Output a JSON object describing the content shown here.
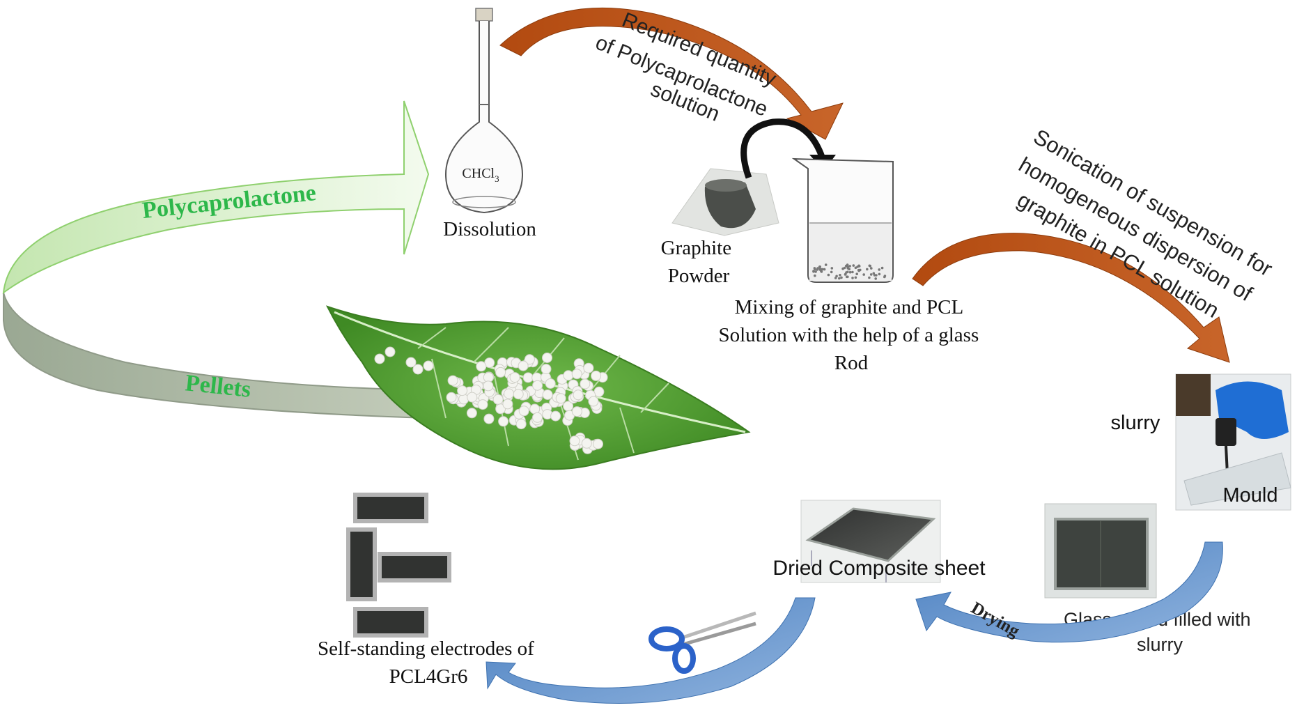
{
  "flow": {
    "polycaprolactone_label": "Polycaprolactone",
    "pellets_label": "Pellets",
    "flask_formula": "CHCl",
    "flask_formula_sub": "3",
    "dissolution_label": "Dissolution",
    "required_quantity_line1": "Required quantity",
    "required_quantity_line2": "of Polycaprolactone",
    "required_quantity_line3": "solution",
    "graphite_line1": "Graphite",
    "graphite_line2": "Powder",
    "mixing_line1": "Mixing of graphite and PCL",
    "mixing_line2": "Solution with the help of a glass",
    "mixing_line3": "Rod",
    "sonication_line1": "Sonication of suspension for",
    "sonication_line2": "homogeneous dispersion of",
    "sonication_line3": "graphite in PCL solution",
    "slurry_label": "slurry",
    "mould_label": "Mould",
    "glass_mould_line1": "Glass mould filled with",
    "glass_mould_line2": "slurry",
    "drying_label": "Drying",
    "dried_sheet_label": "Dried Composite sheet",
    "electrodes_line1": "Self-standing electrodes of",
    "electrodes_line2": "PCL4Gr6"
  },
  "colors": {
    "green_arrow": "#d6f0c4",
    "green_text": "#2db74a",
    "gray_band": "#a9b5a0",
    "orange_arrow": "#b4541a",
    "blue_arrow": "#5b8ecb",
    "leaf": "#4f9a32"
  }
}
